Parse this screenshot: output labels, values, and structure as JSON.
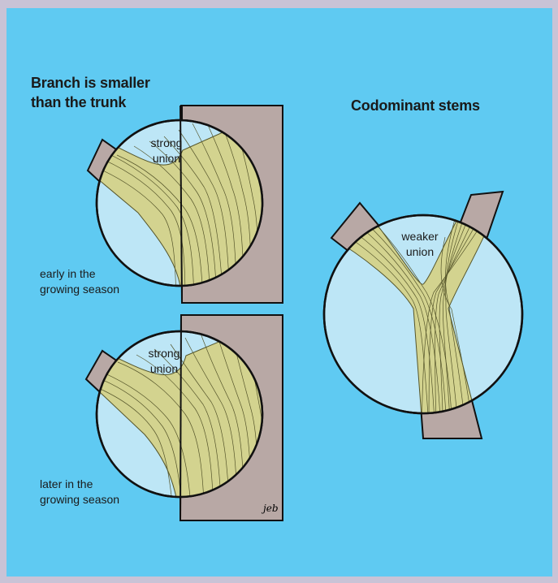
{
  "titles": {
    "left": [
      "Branch is smaller",
      "than the trunk"
    ],
    "right": "Codominant stems"
  },
  "labels": {
    "top_union": [
      "strong",
      "union"
    ],
    "top_season": [
      "early in the",
      "growing season"
    ],
    "bottom_union": [
      "strong",
      "union"
    ],
    "bottom_season": [
      "later in the",
      "growing season"
    ],
    "right_union": [
      "weaker",
      "union"
    ]
  },
  "signature": "jeb",
  "colors": {
    "frame": "#c9c3d6",
    "background": "#5fcaf2",
    "bark": "#b8a8a5",
    "circle_fill": "#bde6f6",
    "wood": "#d3d38f",
    "grain": "#55552a",
    "outline": "#111111"
  }
}
